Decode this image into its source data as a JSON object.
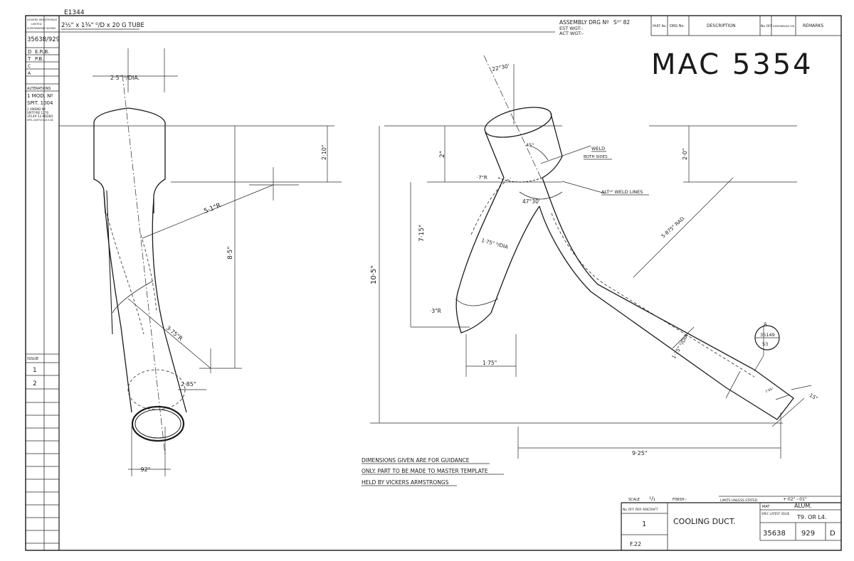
{
  "drawing_number": "MAC 5354",
  "stock_note": "E1344",
  "tube_spec": "2½\" x 1¾\" ⁰/D x 20 G TUBE",
  "left_column": {
    "company": [
      "VICKERS ARMSTRONGS",
      "LIMITED",
      "SUPERMARINE WORKS"
    ],
    "drawing_ref": "35638/929",
    "approvals": [
      {
        "letter": "D",
        "value": "E.R.B."
      },
      {
        "letter": "T",
        "value": "P.B."
      },
      {
        "letter": "C",
        "value": ""
      },
      {
        "letter": "A",
        "value": ""
      }
    ],
    "alterations_title": "ALTERATIONS",
    "alterations": [
      "1 MOD. Nº",
      "SPIT. 1004",
      "2 AMEND Nº",
      "SPITFIRE 1270",
      "35149 53 ADDED",
      "SPEL.SKETCH.18.5.48"
    ],
    "issue_title": "ISSUE",
    "issues": [
      "1",
      "2"
    ]
  },
  "header": {
    "assembly_label": "ASSEMBLY DRG Nº",
    "sheet": "Sᴴᵀ 82",
    "est_wgt": "EST WGT:-",
    "act_wgt": "ACT WGT:-",
    "columns": [
      "PART No",
      "DRG No",
      "DESCRIPTION",
      "No OFF",
      "ASSEMBLED ON",
      "REMARKS"
    ]
  },
  "dimensions": {
    "dia_top": "2·5\" ⁰/DIA.",
    "d_2_10": "2·10\"",
    "r_5_1": "5·1\"R",
    "d_8_5": "8·5\"",
    "r_3_75": "3·75\"R",
    "d_2_85": "2·85\"",
    "d_92": "·92\"",
    "ang_22_30": "22°30'",
    "d_2": "2\"",
    "d_7": "·7\"R",
    "ang_45": "45°",
    "ang_47_30": "47°30'",
    "weld": "WELD",
    "both_sides": "BOTH SIDES",
    "alt_weld": "ALTᵛᴱ WELD LINES",
    "d_2_0": "2·0\"",
    "r_5_875": "5·875\" RAD.",
    "d_7_15": "7·15\"",
    "dia_175a": "1·75\" ⁰/DIA",
    "d_10_5": "10·5\"",
    "r_3": "·3\"R",
    "d_1_75": "1·75\"",
    "dia_175b": "1·75\" ⁰/DIA",
    "ref_top": "35149",
    "ref_bottom": "53",
    "ref_flag": "A",
    "d_15": "·15\"",
    "d_2_85b": "2·85\"",
    "d_9_25": "9·25\""
  },
  "notes": [
    "DIMENSIONS GIVEN ARE FOR GUIDANCE",
    "ONLY. PART TO BE MADE TO MASTER TEMPLATE",
    "HELD BY VICKERS ARMSTRONGS"
  ],
  "title_block": {
    "scale_label": "SCALE",
    "scale_value": "¹/₁",
    "finish_label": "FINISH:-",
    "tolerance_label": "LIMITS UNLESS STATED",
    "tolerance_value": "+·02\" -·01\"",
    "no_off_label": "No OFF PER AIRCRAFT",
    "no_off_value": "1",
    "title": "COOLING DUCT.",
    "mat_label": "MAT",
    "mat_value": "ALUM.",
    "spec_label": "SPEC LATEST ISSUE",
    "spec_value": "T9. OR L4.",
    "drg_a": "35638",
    "drg_b": "929",
    "drg_c": "D",
    "f_ref": "F.22"
  }
}
